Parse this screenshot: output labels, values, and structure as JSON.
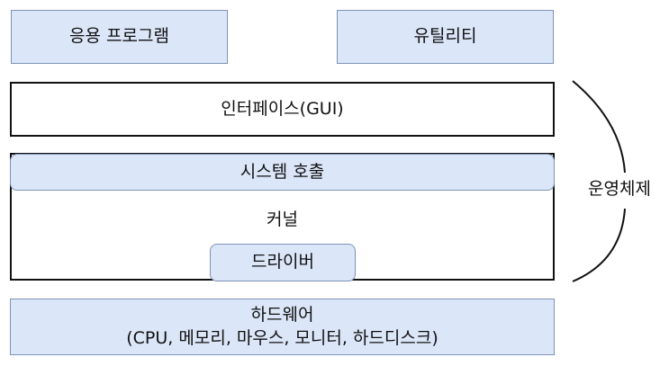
{
  "layers": {
    "application": "응용 프로그램",
    "utility": "유틸리티",
    "interface": "인터페이스(GUI)",
    "system_call": "시스템 호출",
    "kernel": "커널",
    "driver": "드라이버",
    "hardware_title": "하드웨어",
    "hardware_detail": "(CPU, 메모리, 마우스, 모니터, 하드디스크)"
  },
  "os_label": "운영체제",
  "colors": {
    "blue_fill": "#dbe6f8",
    "blue_border": "#7f93b7",
    "black_border": "#111111"
  }
}
